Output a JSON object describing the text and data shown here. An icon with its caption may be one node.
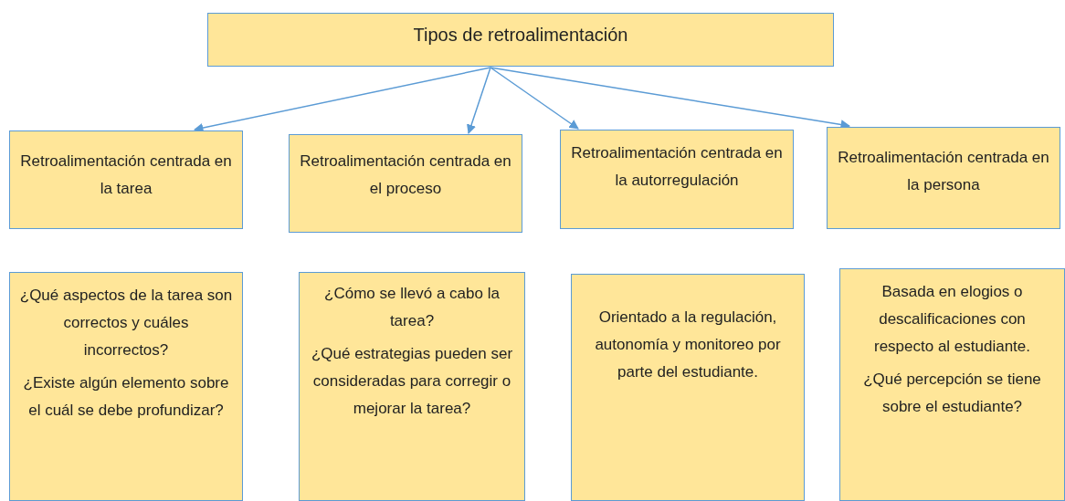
{
  "diagram": {
    "nodes": [
      {
        "text": [
          "Tipos de retroalimentación"
        ]
      },
      {
        "text": [
          "Retroalimentación centrada en la tarea"
        ]
      },
      {
        "text": [
          "Retroalimentación centrada en el proceso"
        ]
      },
      {
        "text": [
          "Retroalimentación centrada en la autorregulación"
        ]
      },
      {
        "text": [
          "Retroalimentación centrada en la persona"
        ]
      },
      {
        "text": [
          "¿Qué aspectos de la tarea son correctos y cuáles incorrectos?",
          "¿Existe algún elemento sobre el cuál se debe profundizar?"
        ]
      },
      {
        "text": [
          "¿Cómo se llevó a cabo la tarea?",
          "¿Qué estrategias pueden ser consideradas para corregir o mejorar la tarea?"
        ]
      },
      {
        "text": [
          "Orientado a la regulación, autonomía y monitoreo por parte del estudiante."
        ]
      },
      {
        "text": [
          "Basada en elogios o descalificaciones con respecto al estudiante.",
          "¿Qué percepción se tiene sobre el estudiante?"
        ]
      }
    ],
    "edges": [
      {
        "from": 0,
        "to": 1,
        "arrow": "to"
      },
      {
        "from": 0,
        "to": 2,
        "arrow": "to"
      },
      {
        "from": 0,
        "to": 3,
        "arrow": "to"
      },
      {
        "from": 0,
        "to": 4,
        "arrow": "to"
      }
    ]
  }
}
